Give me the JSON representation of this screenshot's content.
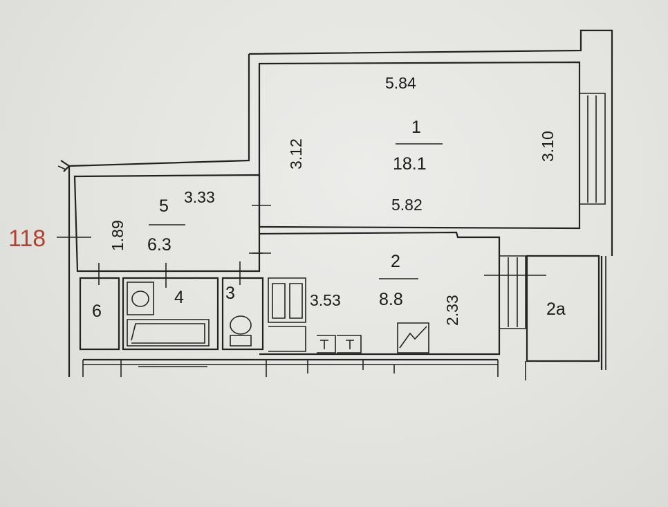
{
  "plan_id": "118",
  "rooms": {
    "room1": {
      "number": "1",
      "area": "18.1",
      "width_top": "5.84",
      "width_bottom": "5.82",
      "height_left": "3.12",
      "height_right": "3.10"
    },
    "room2": {
      "number": "2",
      "area": "8.8",
      "width": "3.53",
      "height": "2.33"
    },
    "room2a": {
      "number": "2a"
    },
    "room3": {
      "number": "3"
    },
    "room4": {
      "number": "4"
    },
    "room5": {
      "number": "5",
      "area": "6.3",
      "width": "3.33",
      "height": "1.89"
    },
    "room6": {
      "number": "6"
    }
  },
  "colors": {
    "ink": "#222222",
    "paper": "#e3e3df",
    "plan_number": "#b5412e"
  }
}
